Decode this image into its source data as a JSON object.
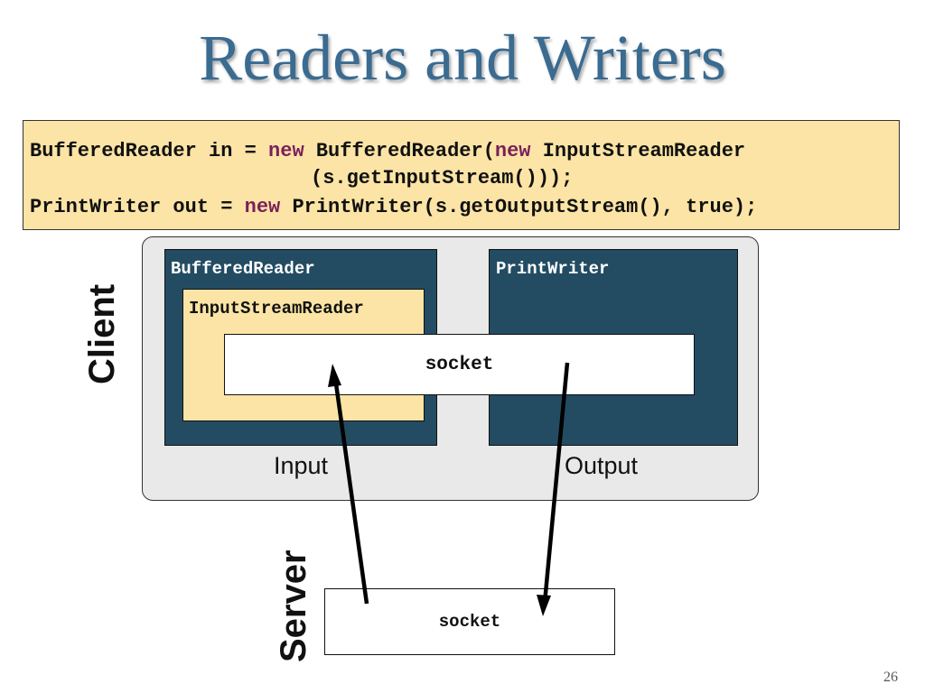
{
  "slide": {
    "title": "Readers and Writers",
    "page_number": "26"
  },
  "code": {
    "line1": {
      "t1": "BufferedReader in = ",
      "kw1": "new",
      "t2": " BufferedReader(",
      "kw2": "new",
      "t3": " InputStreamReader"
    },
    "line2": {
      "t1": "(s.getInputStream()));"
    },
    "line3": {
      "t1": "PrintWriter out = ",
      "kw1": "new",
      "t2": " PrintWriter(s.getOutputStream(), true);"
    },
    "colors": {
      "keyword": "#7a1f5b",
      "code_bg": "#fbe4a5"
    }
  },
  "diagram": {
    "client_label": "Client",
    "server_label": "Server",
    "buffered_reader_label": "BufferedReader",
    "input_stream_reader_label": "InputStreamReader",
    "print_writer_label": "PrintWriter",
    "client_socket_label": "socket",
    "server_socket_label": "socket",
    "input_label": "Input",
    "output_label": "Output",
    "colors": {
      "dark_box": "#234c63",
      "client_panel": "#e9e9e9",
      "title": "#3a6b91"
    }
  }
}
